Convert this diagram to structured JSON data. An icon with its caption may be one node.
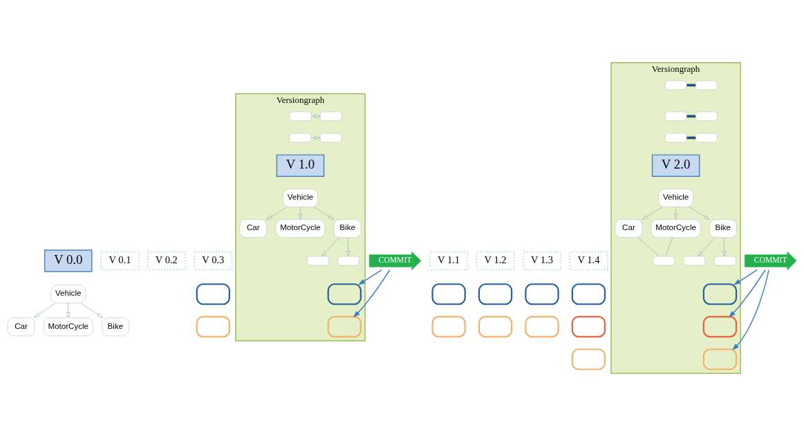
{
  "diagram": {
    "nodes": [
      {
        "text": [
          "V 0.0"
        ]
      },
      {
        "text": [
          "Vehicle"
        ]
      },
      {
        "text": [
          "Car"
        ]
      },
      {
        "text": [
          "MotorCycle"
        ]
      },
      {
        "text": [
          "Bike"
        ]
      },
      {
        "text": [
          "V 0.1"
        ]
      },
      {
        "text": [
          "V 0.2"
        ]
      },
      {
        "text": [
          "V 0.3"
        ]
      },
      {
        "text": [],
        "shape": "cloud"
      },
      {
        "text": [],
        "shape": "cloud"
      },
      {
        "text": [
          "COMMIT"
        ]
      },
      {
        "text": [
          "Versiongraph"
        ]
      },
      {
        "text": [],
        "shape": "box",
        "in": 11
      },
      {
        "text": [],
        "shape": "box",
        "in": 11
      },
      {
        "text": [],
        "shape": "box",
        "in": 11
      },
      {
        "text": [],
        "shape": "box",
        "in": 11
      },
      {
        "text": [
          "V 1.0"
        ],
        "in": 11
      },
      {
        "text": [
          "Vehicle"
        ],
        "in": 11
      },
      {
        "text": [
          "Car"
        ],
        "in": 11
      },
      {
        "text": [
          "MotorCycle"
        ],
        "in": 11
      },
      {
        "text": [
          "Bike"
        ],
        "in": 11
      },
      {
        "text": [],
        "shape": "box",
        "in": 11
      },
      {
        "text": [],
        "shape": "box",
        "in": 11
      },
      {
        "text": [],
        "shape": "cloud",
        "in": 11
      },
      {
        "text": [],
        "shape": "cloud",
        "in": 11
      },
      {
        "text": [
          "V 1.1"
        ]
      },
      {
        "text": [
          "V 1.2"
        ]
      },
      {
        "text": [
          "V 1.3"
        ]
      },
      {
        "text": [
          "V 1.4"
        ]
      },
      {
        "text": [],
        "shape": "cloud"
      },
      {
        "text": [],
        "shape": "cloud"
      },
      {
        "text": [],
        "shape": "cloud"
      },
      {
        "text": [],
        "shape": "cloud"
      },
      {
        "text": [],
        "shape": "cloud"
      },
      {
        "text": [],
        "shape": "cloud"
      },
      {
        "text": [],
        "shape": "cloud"
      },
      {
        "text": [],
        "shape": "cloud"
      },
      {
        "text": [],
        "shape": "cloud"
      },
      {
        "text": [
          "COMMIT"
        ]
      },
      {
        "text": [
          "Versiongraph"
        ]
      },
      {
        "text": [],
        "shape": "box",
        "in": 39
      },
      {
        "text": [],
        "shape": "box",
        "in": 39
      },
      {
        "text": [],
        "shape": "box",
        "in": 39
      },
      {
        "text": [],
        "shape": "box",
        "in": 39
      },
      {
        "text": [],
        "shape": "box",
        "in": 39
      },
      {
        "text": [],
        "shape": "box",
        "in": 39
      },
      {
        "text": [
          "V 2.0"
        ],
        "in": 39
      },
      {
        "text": [
          "Vehicle"
        ],
        "in": 39
      },
      {
        "text": [
          "Car"
        ],
        "in": 39
      },
      {
        "text": [
          "MotorCycle"
        ],
        "in": 39
      },
      {
        "text": [
          "Bike"
        ],
        "in": 39
      },
      {
        "text": [],
        "shape": "box",
        "in": 39
      },
      {
        "text": [],
        "shape": "box",
        "in": 39
      },
      {
        "text": [],
        "shape": "box",
        "in": 39
      },
      {
        "text": [],
        "shape": "cloud",
        "in": 39
      },
      {
        "text": [],
        "shape": "cloud",
        "in": 39
      },
      {
        "text": [],
        "shape": "cloud",
        "in": 39
      }
    ],
    "edges": [
      {
        "from": 1,
        "to": 2,
        "arrow": "to"
      },
      {
        "from": 1,
        "to": 3,
        "arrow": "to"
      },
      {
        "from": 1,
        "to": 4,
        "arrow": "to"
      },
      {
        "from": 12,
        "to": 13,
        "arrow": "to"
      },
      {
        "from": 14,
        "to": 15,
        "arrow": "to"
      },
      {
        "from": 17,
        "to": 18,
        "arrow": "to"
      },
      {
        "from": 17,
        "to": 19,
        "arrow": "to"
      },
      {
        "from": 17,
        "to": 20,
        "arrow": "to"
      },
      {
        "from": 20,
        "to": 21,
        "arrow": "to"
      },
      {
        "from": 20,
        "to": 22,
        "arrow": "to"
      },
      {
        "from": 10,
        "to": 23,
        "arrow": "to",
        "color": "#3f7fc4"
      },
      {
        "from": 10,
        "to": 24,
        "arrow": "to",
        "color": "#3f7fc4"
      },
      {
        "from": 40,
        "to": 41,
        "arrow": "none",
        "style": "thick",
        "color": "#1f4e79"
      },
      {
        "from": 42,
        "to": 43,
        "arrow": "none",
        "style": "thick",
        "color": "#1f4e79"
      },
      {
        "from": 44,
        "to": 45,
        "arrow": "none",
        "style": "thick",
        "color": "#1f4e79"
      },
      {
        "from": 47,
        "to": 48,
        "arrow": "to"
      },
      {
        "from": 47,
        "to": 49,
        "arrow": "to"
      },
      {
        "from": 47,
        "to": 50,
        "arrow": "to"
      },
      {
        "from": 48,
        "to": 51,
        "arrow": "none"
      },
      {
        "from": 49,
        "to": 51,
        "arrow": "none"
      },
      {
        "from": 50,
        "to": 52,
        "arrow": "to"
      },
      {
        "from": 50,
        "to": 53,
        "arrow": "to"
      },
      {
        "from": 38,
        "to": 54,
        "arrow": "to",
        "color": "#3f7fc4"
      },
      {
        "from": 38,
        "to": 55,
        "arrow": "to",
        "color": "#3f7fc4"
      },
      {
        "from": 38,
        "to": 56,
        "arrow": "to",
        "color": "#3f7fc4"
      }
    ]
  }
}
